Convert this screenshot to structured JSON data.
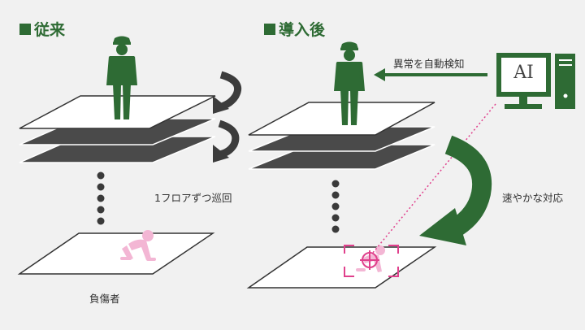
{
  "left": {
    "title": "従来",
    "patrol_label": "1フロアずつ巡回",
    "injured_label": "負傷者"
  },
  "right": {
    "title": "導入後",
    "ai_label": "AI",
    "detect_label": "異常を自動検知",
    "response_label": "速やかな対応"
  },
  "colors": {
    "green": "#2e6b34",
    "dark_floor": "#4a4a4a",
    "pink": "#e0408c",
    "person_pink": "#f3b6d4"
  }
}
